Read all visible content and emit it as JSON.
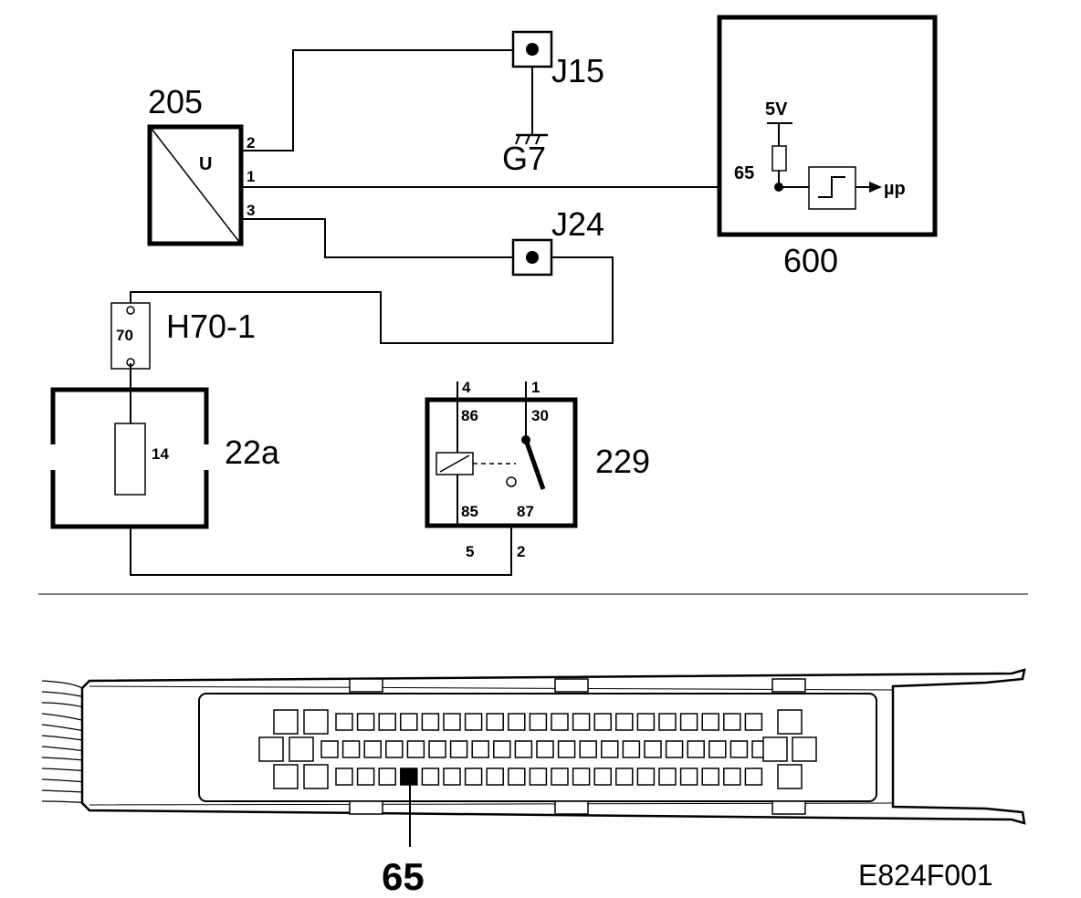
{
  "components": {
    "sensor": {
      "id": "205",
      "symbol": "U",
      "pins": [
        "2",
        "1",
        "3"
      ]
    },
    "ground_j15": {
      "connector": "J15",
      "ground": "G7"
    },
    "ecu": {
      "id": "600",
      "supply": "5V",
      "pin": "65",
      "output": "µp"
    },
    "junction_j24": {
      "connector": "J24"
    },
    "connector_h70": {
      "id": "H70-1",
      "pin": "70"
    },
    "fuse_box": {
      "id": "22a",
      "fuse": "14"
    },
    "relay": {
      "id": "229",
      "terminals": {
        "t86": "86",
        "t30": "30",
        "t85": "85",
        "t87": "87"
      },
      "pins": {
        "p4": "4",
        "p1": "1",
        "p5": "5",
        "p2": "2"
      }
    }
  },
  "connector_view": {
    "highlighted_pin": "65"
  },
  "figure_code": "E824F001"
}
